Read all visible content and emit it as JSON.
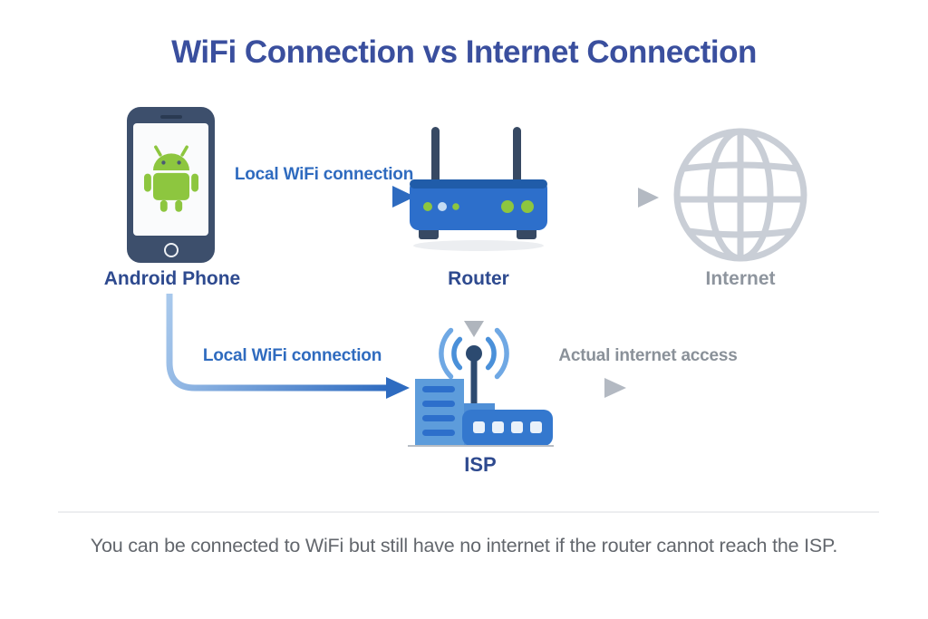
{
  "title": "WiFi Connection vs Internet Connection",
  "nodes": {
    "phone": {
      "label": "Android Phone",
      "icon": "android-phone-icon"
    },
    "router": {
      "label": "Router",
      "icon": "router-icon"
    },
    "internet": {
      "label": "Internet",
      "icon": "globe-icon"
    },
    "isp": {
      "label": "ISP",
      "icon": "isp-building-icon"
    }
  },
  "connections": {
    "phone_to_router": {
      "label": "Local WiFi connection",
      "style": "blue-gradient-arrow"
    },
    "router_to_internet": {
      "label": "",
      "style": "gray-arrow"
    },
    "router_to_isp": {
      "label": "",
      "style": "gray-arrow-down"
    },
    "phone_to_isp": {
      "label": "Local WiFi connection",
      "style": "blue-gradient-elbow-arrow"
    },
    "isp_outbound": {
      "label": "Actual internet access",
      "style": "gray-arrow"
    }
  },
  "footer": {
    "note": "You can be connected to WiFi but still have no internet if the router cannot reach the ISP."
  },
  "palette": {
    "background": "#FFFFFF",
    "title_blue": "#3A4F9E",
    "node_label_blue": "#2E4A8F",
    "conn_label_blue": "#2F6BBF",
    "gray_label": "#8A9199",
    "arrow_blue_dark": "#2E6BC0",
    "arrow_blue_light": "#A9C9EC",
    "arrow_gray": "#B3B9C2",
    "phone_body": "#3D4F6C",
    "android_green": "#8DC63F",
    "router_blue": "#2D6FCB",
    "isp_light_blue": "#5D9CDB",
    "isp_dark_blue": "#3478CE",
    "globe_gray": "#C9CED6",
    "caption_gray": "#63676D"
  }
}
